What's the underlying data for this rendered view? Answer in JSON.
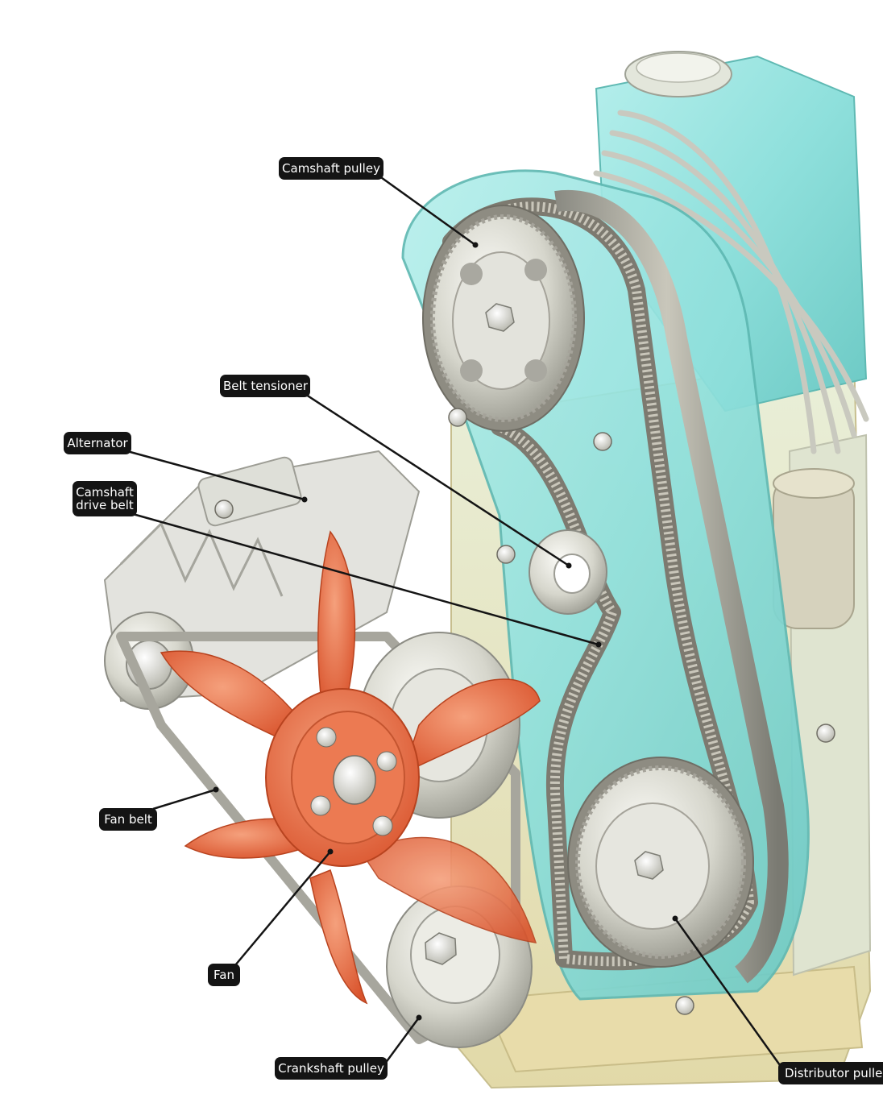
{
  "colors": {
    "label_bg": "#141414",
    "label_text": "#ffffff",
    "leader_line": "#141414",
    "belt_cover": "#8fe0dc",
    "engine_block": "#e6e1b9",
    "fan": "#e5673f",
    "metal": "#d8d8d0"
  },
  "labels": {
    "camshaft_pulley": "Camshaft pulley",
    "belt_tensioner": "Belt tensioner",
    "alternator": "Alternator",
    "camshaft_drive_belt_line1": "Camshaft",
    "camshaft_drive_belt_line2": "drive belt",
    "fan_belt": "Fan belt",
    "fan": "Fan",
    "crankshaft_pulley": "Crankshaft pulley",
    "distributor_pulley": "Distributor pulle"
  }
}
